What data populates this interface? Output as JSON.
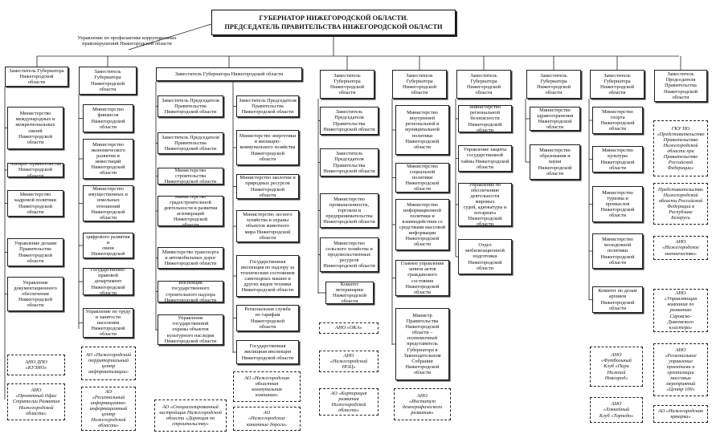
{
  "head": "ГУБЕРНАТОР НИЖЕГОРОДСКОЙ ОБЛАСТИ.\nПРЕДСЕДАТЕЛЬ ПРАВИТЕЛЬСТВА НИЖЕГОРОДСКОЙ ОБЛАСТИ",
  "anti_corruption": "Управление по профилактике коррупционных\nправонарушений Нижегородской области",
  "columns": [
    {
      "deputy": "Заместитель Губернатора\nНижегородской\nобласти",
      "items": [
        {
          "text": "Министерство\nмеждународных и\nмежрегиональных\nсвязей\nНижегородской\nобласти",
          "kind": "dep"
        },
        {
          "text": "Аппарат Правительства\nНижегородской области",
          "kind": "dep"
        },
        {
          "text": "Министерство\nкадровой политики\nНижегородской\nобласти",
          "kind": "dep"
        },
        {
          "text": "Управление делами\nПравительства\nНижегородской\nобласти",
          "kind": "dep"
        },
        {
          "text": "Управление\nдокументационного\nобеспечения\nНижегородской\nобласти",
          "kind": "dep"
        },
        {
          "text": "АНО ДПО\n«КУЗНО»",
          "kind": "org"
        },
        {
          "text": "АНО\n«Проектный Офис\nСтратегии Развития\nНижегородской\nобласти»",
          "kind": "org"
        }
      ]
    },
    {
      "deputy": "Заместитель\nГубернатора\nНижегородской\nобласти",
      "items": [
        {
          "text": "Министерство\nфинансов\nНижегородской\nобласти",
          "kind": "dep"
        },
        {
          "text": "Министерство\nэкономического\nразвития и\nинвестиций\nНижегородской\nобласти",
          "kind": "dep"
        },
        {
          "text": "Министерство\nимущественных и\nземельных\nотношений\nНижегородской\nобласти",
          "kind": "dep"
        },
        {
          "text": "Министерство\nцифрового развития и\nсвязи Нижегородской\nобласти",
          "kind": "dep"
        },
        {
          "text": "Государственно-\nправовой департамент\nНижегородской\nобласти",
          "kind": "dep"
        },
        {
          "text": "Управление по труду\nи занятости населения\nНижегородской\nобласти",
          "kind": "dep"
        },
        {
          "text": "АО «Нижегородский\nтерриториальный\nцентр\nинформатизации»",
          "kind": "org"
        },
        {
          "text": "АО\n«Региональный\nинформационно-\nинформационный\nцентр\nНижегородской\nобласти»",
          "kind": "org"
        }
      ]
    },
    {
      "deputy": "Заместитель Губернатора Нижегородской области",
      "left": [
        {
          "text": "Заместитель Председателя\nПравительства\nНижегородской области",
          "kind": "dep"
        },
        {
          "text": "Заместитель Председателя\nПравительства\nНижегородской области",
          "kind": "dep"
        },
        {
          "text": "Министерство строительства\nНижегородской области",
          "kind": "dep"
        },
        {
          "text": "Министерство\nградостроительной\nдеятельности и развития\nагломераций Нижегородской\nобласти",
          "kind": "dep"
        },
        {
          "text": "Министерство транспорта\nи автомобильных дорог\nНижегородской области",
          "kind": "dep"
        },
        {
          "text": "Инспекция государственного\nстроительного надзора\nНижегородской области",
          "kind": "dep"
        },
        {
          "text": "Управление государственной\nохраны объектов\nкультурного наследия\nНижегородской области",
          "kind": "dep"
        },
        {
          "text": "АО «Специализированный\nзастройщик Нижегородской\nобласти «Дирекция по\nстроительству»",
          "kind": "org"
        }
      ],
      "right": [
        {
          "text": "Заместитель Председателя\nПравительства\nНижегородской области",
          "kind": "dep"
        },
        {
          "text": "Министерство энергетики\nи жилищно-\nкоммунального хозяйства\nНижегородской\nобласти",
          "kind": "dep"
        },
        {
          "text": "Министерство экологии и\nприродных ресурсов\nНижегородской\nобласти",
          "kind": "dep"
        },
        {
          "text": "Министерство лесного\nхозяйства и охраны\nобъектов животного\nмира Нижегородской\nобласти",
          "kind": "dep"
        },
        {
          "text": "Государственная\nинспекция по надзору за\nтехническим состоянием\nсамоходных машин и\nдругих видов техники\nНижегородской области",
          "kind": "dep"
        },
        {
          "text": "Региональная служба\nпо тарифам\nНижегородской\nобласти",
          "kind": "dep"
        },
        {
          "text": "Государственная\nжилищная инспекция\nНижегородской области",
          "kind": "dep"
        },
        {
          "text": "АО «Нижегородская\nобластная\nкоммунальная\nкомпания»",
          "kind": "org"
        },
        {
          "text": "АО\n«Нижегородские\nканатные дороги»",
          "kind": "org"
        }
      ]
    },
    {
      "deputy": "Заместитель\nГубернатора\nНижегородской\nобласти",
      "items": [
        {
          "text": "Заместитель\nПредседателя\nПравительства\nНижегородской области",
          "kind": "dep"
        },
        {
          "text": "Заместитель\nПредседателя\nПравительства\nНижегородской области",
          "kind": "dep"
        },
        {
          "text": "Министерство\nпромышленности,\nторговли и\nпредпринимательства\nНижегородской области",
          "kind": "dep"
        },
        {
          "text": "Министерство\nсельского хозяйства и\nпродовольственных\nресурсов\nНижегородской области",
          "kind": "dep"
        },
        {
          "text": "Комитет\nветеринарии\nНижегородской\nобласти",
          "kind": "dep"
        },
        {
          "text": "АНО «ОКА»",
          "kind": "org"
        },
        {
          "text": "АНО\n«Нижегородский\nНОЦ»",
          "kind": "org"
        },
        {
          "text": "АО «Корпорация\nразвития\nНижегородской\nобласти»",
          "kind": "org"
        }
      ]
    },
    {
      "deputy": "Заместитель\nГубернатора\nНижегородской\nобласти",
      "items": [
        {
          "text": "Министерство\nвнутренней\nрегиональной и\nмуниципальной\nполитики\nНижегородской\nобласти",
          "kind": "dep"
        },
        {
          "text": "Министерство\nсоциальной\nполитики\nНижегородской\nобласти",
          "kind": "dep"
        },
        {
          "text": "Министерство\nинформационной\nполитики и\nвзаимодействия со\nсредствами массовой\nинформации\nНижегородской\nобласти",
          "kind": "dep"
        },
        {
          "text": "Главное управление\nзаписи актов\nгражданского\nсостояния\nНижегородской\nобласти",
          "kind": "dep"
        },
        {
          "text": "Министр\nПравительства\nНижегородской\nобласти –\nполномочный\nпредставитель\nГубернатора в\nЗаконодательном\nСобрании\nНижегородской\nобласти",
          "kind": "dep"
        },
        {
          "text": "АНО\n«Институт\nдемографического\nразвития»",
          "kind": "org"
        }
      ]
    },
    {
      "deputy": "Заместитель\nГубернатора\nНижегородской\nобласти",
      "items": [
        {
          "text": "Министерство\nрегиональной\nбезопасности\nНижегородской\nобласти",
          "kind": "dep"
        },
        {
          "text": "Управление защиты\nгосударственной\nтайны Нижегородской\nобласти",
          "kind": "dep"
        },
        {
          "text": "Управление по\nобеспечению\nдеятельности мировых\nсудей, адвокатуры и\nнотариата\nНижегородской\nобласти",
          "kind": "dep"
        },
        {
          "text": "Отдел\nмобилизационной\nподготовки\nНижегородской\nобласти",
          "kind": "dep"
        }
      ]
    },
    {
      "deputy": "Заместитель\nГубернатора\nНижегородской\nобласти",
      "items": [
        {
          "text": "Министерство\nздравоохранения\nНижегородской\nобласти",
          "kind": "dep"
        },
        {
          "text": "Министерство\nобразования и\nнауки\nНижегородской\nобласти",
          "kind": "dep"
        },
        {
          "text": "АНО\n«Футбольный\nКлуб «Пари\nНижний\nНовгород»",
          "kind": "org"
        },
        {
          "text": "АНО\n«Хоккейный\nКлуб «Торпедо»",
          "kind": "org"
        }
      ]
    },
    {
      "deputy": "Заместитель\nГубернатора\nНижегородской\nобласти",
      "items": [
        {
          "text": "Министерство\nспорта\nНижегородской\nобласти",
          "kind": "dep"
        },
        {
          "text": "Министерство\nкультуры\nНижегородской\nобласти",
          "kind": "dep"
        },
        {
          "text": "Министерство\nтуризма и\nпромыслов\nНижегородской\nобласти",
          "kind": "dep"
        },
        {
          "text": "Министерство\nмолодежной\nполитики\nНижегородской\nобласти",
          "kind": "dep"
        },
        {
          "text": "Комитет по делам\nархивов\nНижегородской\nобласти",
          "kind": "dep"
        }
      ]
    },
    {
      "deputy": "Заместитель\nПредседателя\nПравительства\nНижегородской\nобласти",
      "items": [
        {
          "text": "ГКУ НО\n«Представительство\nПравительства\nНижегородской\nобласти при\nПравительстве\nРоссийской\nФедерации»",
          "kind": "org"
        },
        {
          "text": "Представительство\nНижегородской\nобласти Российской\nФедерации в\nРеспублике\nБеларусь",
          "kind": "org"
        },
        {
          "text": "АНО\n«Нижегородское\nзначничество»",
          "kind": "org"
        },
        {
          "text": "АНО\n«Управляющая\nкомпания по\nразвитию\nСаровско-\nДивеевского\nкластера»",
          "kind": "org"
        },
        {
          "text": "АНО\n«Региональное\nуправление\nпроектами и\nорганизации\nмассовых\nмероприятий\n«Центр 100»",
          "kind": "org"
        },
        {
          "text": "АО «Нижегородская\nярмарка»",
          "kind": "org"
        }
      ]
    }
  ]
}
